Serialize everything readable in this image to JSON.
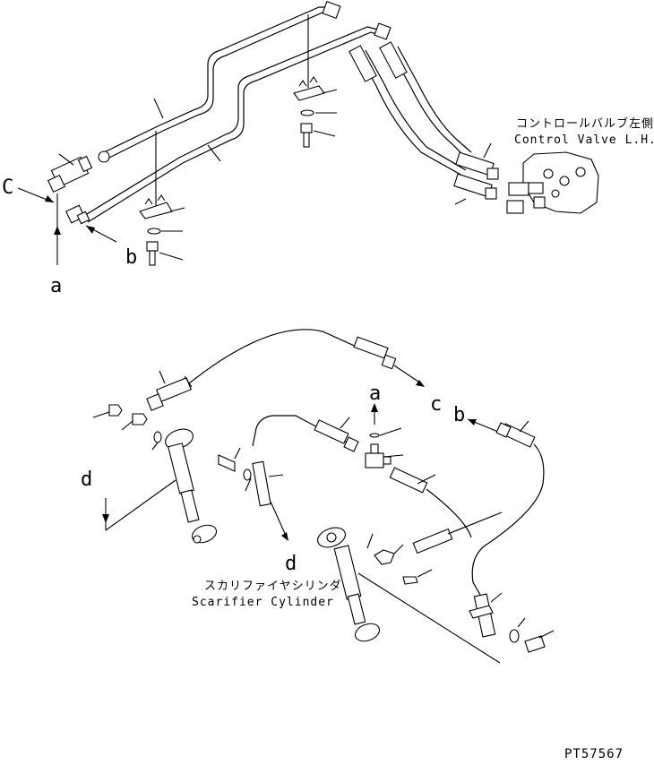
{
  "control_valve": {
    "label_jp": "コントロールバルブ左側",
    "label_en": "Control Valve L.H."
  },
  "scarifier_cylinder": {
    "label_jp": "スカリファイヤシリンダ",
    "label_en": "Scarifier Cylinder"
  },
  "connection_labels": {
    "a_top": "a",
    "b_top": "b",
    "c_top": "C",
    "a_bottom": "a",
    "b_bottom": "b",
    "c_bottom": "c",
    "d_left": "d",
    "d_bottom": "d"
  },
  "drawing_code": "PT57567"
}
